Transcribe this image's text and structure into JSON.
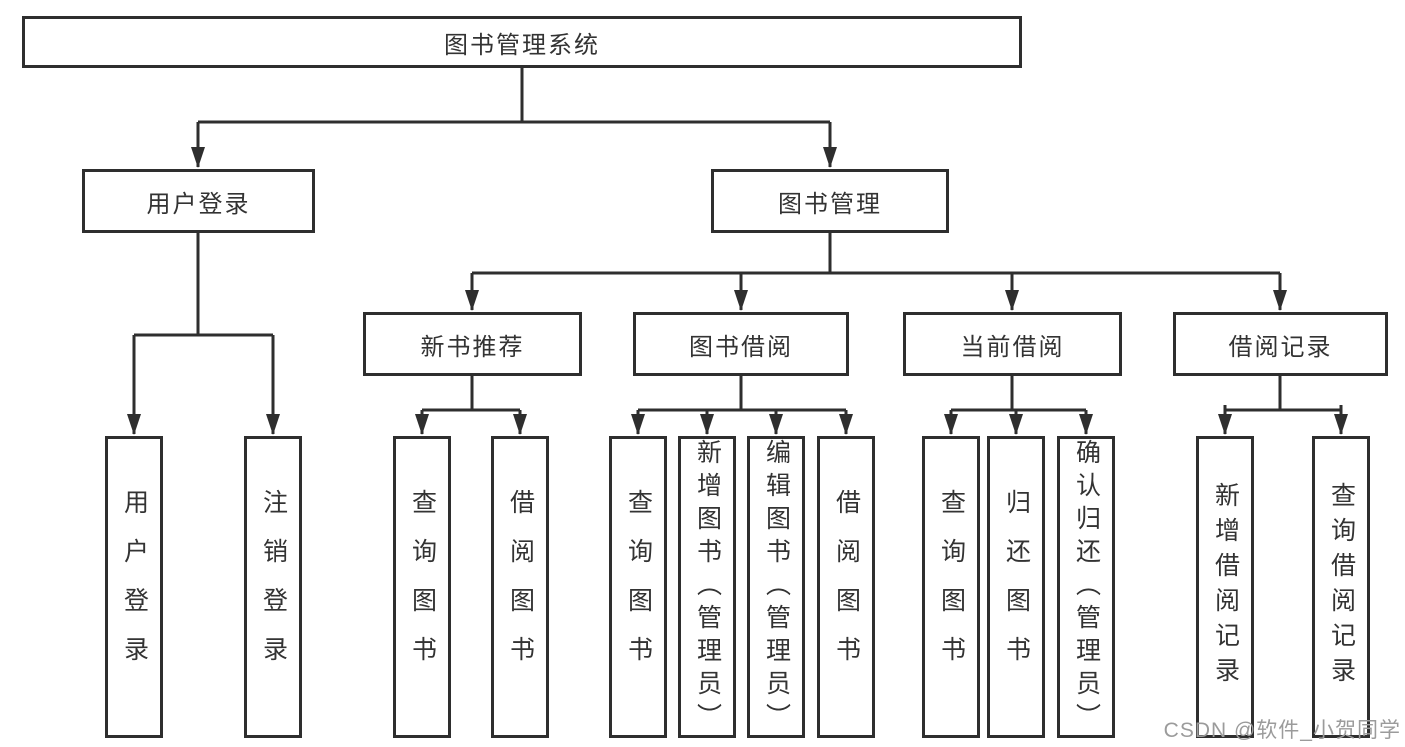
{
  "tree": {
    "root": "图书管理系统",
    "user": {
      "label": "用户登录",
      "children": [
        "用户登录",
        "注销登录"
      ]
    },
    "mgmt": {
      "label": "图书管理",
      "sections": [
        {
          "label": "新书推荐",
          "children": [
            "查询图书",
            "借阅图书"
          ]
        },
        {
          "label": "图书借阅",
          "children": [
            "查询图书",
            "新增图书（管理员）",
            "编辑图书（管理员）",
            "借阅图书"
          ]
        },
        {
          "label": "当前借阅",
          "children": [
            "查询图书",
            "归还图书",
            "确认归还（管理员）"
          ]
        },
        {
          "label": "借阅记录",
          "children": [
            "新增借阅记录",
            "查询借阅记录"
          ]
        }
      ]
    }
  },
  "watermark": {
    "text": "CSDN @软件_小贺同学"
  },
  "colors": {
    "line": "#2e2e2e",
    "text": "#333333",
    "watermark": "#9b9b9b",
    "background": "#ffffff"
  }
}
